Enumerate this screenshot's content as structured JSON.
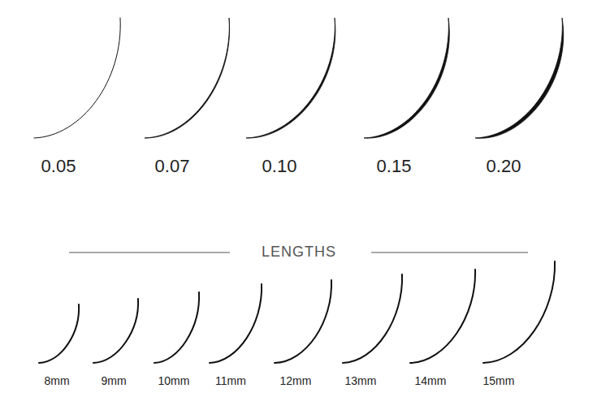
{
  "diagram": {
    "labels": [
      "0.05",
      "0.07",
      "0.10",
      "0.15",
      "0.20",
      "LENGTHS",
      "8mm",
      "9mm",
      "10mm",
      "11mm",
      "12mm",
      "13mm",
      "14mm",
      "15mm"
    ]
  }
}
